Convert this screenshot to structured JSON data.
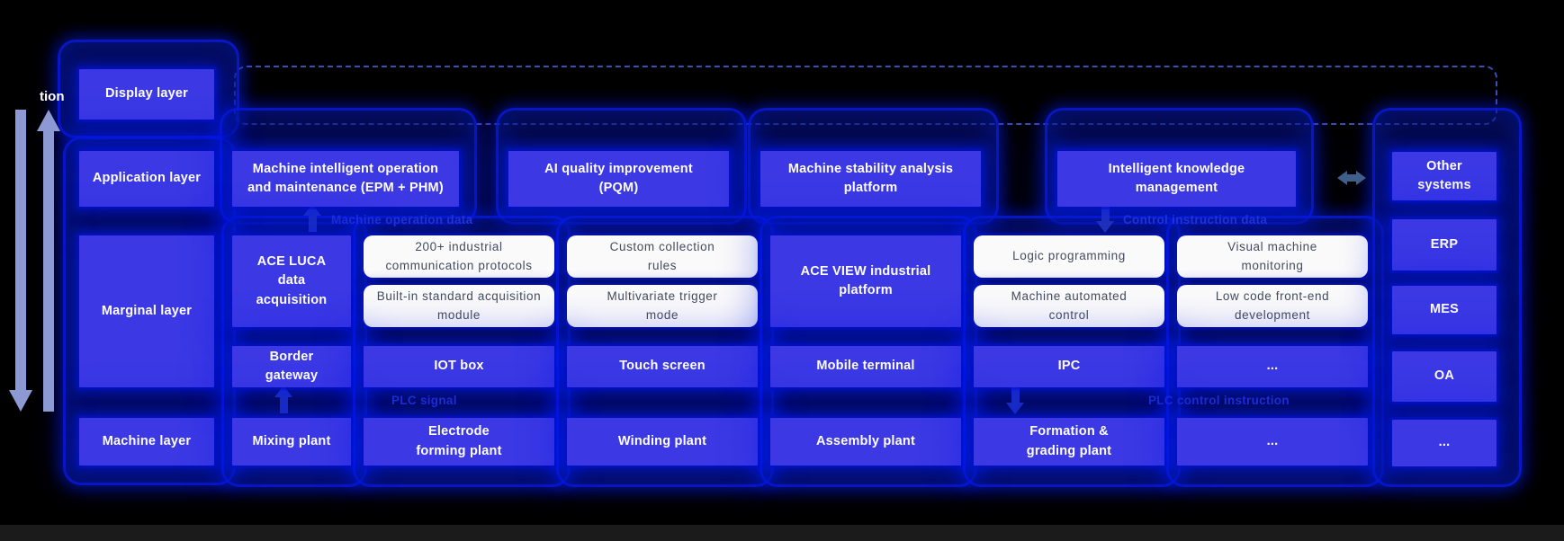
{
  "colors": {
    "background": "#000000",
    "box_blue": "#3b38e4",
    "glow_blue": "#0617d6",
    "label_blue": "#2a3ad2",
    "white_box_bg": "#fafafa",
    "white_box_text": "#454b5e",
    "left_arrow": "#8d99d2",
    "link_arrow": "#3f5f8a"
  },
  "left_edge_label": "tion",
  "layers": {
    "display": "Display layer",
    "application": "Application layer",
    "marginal": "Marginal layer",
    "machine": "Machine layer"
  },
  "application_row": [
    "Machine intelligent operation and maintenance (EPM + PHM)",
    "AI quality improvement (PQM)",
    "Machine stability analysis platform",
    "Intelligent knowledge management"
  ],
  "flow_labels": {
    "machine_operation_data": "Machine operation data",
    "control_instruction_data": "Control instruction data",
    "plc_signal": "PLC signal",
    "plc_control_instruction": "PLC control instruction"
  },
  "marginal_row": {
    "ace_luca": "ACE LUCA data acquisition",
    "luca_features": [
      "200+ industrial communication protocols",
      "Built-in standard acquisition module",
      "Custom collection rules",
      "Multivariate trigger mode"
    ],
    "ace_view": "ACE VIEW industrial platform",
    "view_features": [
      "Logic programming",
      "Machine automated control",
      "Visual machine monitoring",
      "Low code front-end development"
    ]
  },
  "device_row": [
    "Border gateway",
    "IOT box",
    "Touch screen",
    "Mobile terminal",
    "IPC",
    "..."
  ],
  "machine_row": [
    "Mixing plant",
    "Electrode forming plant",
    "Winding plant",
    "Assembly plant",
    "Formation & grading plant",
    "...",
    "..."
  ],
  "external_systems": {
    "title": "Other systems",
    "items": [
      "ERP",
      "MES",
      "OA",
      "..."
    ]
  }
}
